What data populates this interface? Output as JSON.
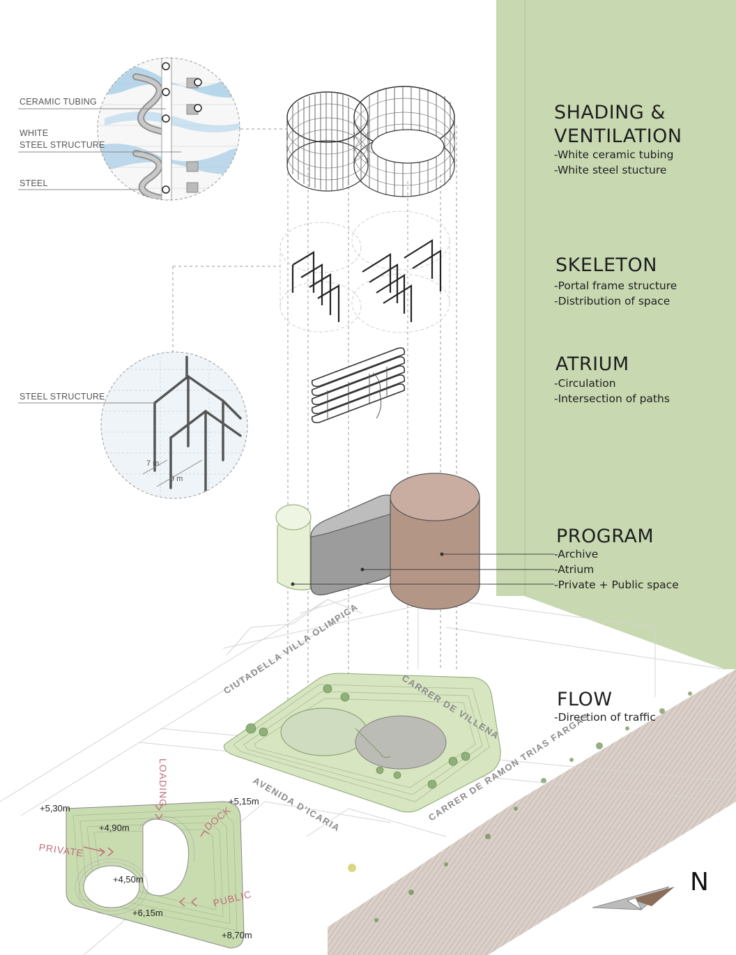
{
  "layers": [
    {
      "key": "shading",
      "title_lines": [
        "SHADING &",
        "VENTILATION"
      ],
      "items": [
        "-White ceramic tubing",
        "-White steel stucture"
      ]
    },
    {
      "key": "skeleton",
      "title_lines": [
        "SKELETON"
      ],
      "items": [
        "-Portal frame structure",
        "-Distribution of space"
      ]
    },
    {
      "key": "atrium",
      "title_lines": [
        "ATRIUM"
      ],
      "items": [
        "-Circulation",
        "-Intersection of paths"
      ]
    },
    {
      "key": "program",
      "title_lines": [
        "PROGRAM"
      ],
      "items": [
        "-Archive",
        "-Atrium",
        "-Private + Public space"
      ]
    },
    {
      "key": "flow",
      "title_lines": [
        "FLOW"
      ],
      "items": [
        "-Direction of traffic"
      ]
    }
  ],
  "detail_callouts": {
    "ceramic_tubing": "CERAMIC TUBING",
    "white_steel_line1": "WHITE",
    "white_steel_line2": "STEEL STRUCTURE",
    "steel": "STEEL",
    "steel_structure": "STEEL STRUCTURE",
    "dim_7m": "7 m",
    "dim_9m": "9 m"
  },
  "streets": {
    "ciutadella": "CIUTADELLA VILLA OLIMPICA",
    "villena": "CARRER DE VILLENA",
    "icaria": "AVENIDA D'ICARIA",
    "trias": "CARRER DE RAMON TRIAS FARGAS"
  },
  "site_plan": {
    "elevations": [
      "+5,30m",
      "+5,15m",
      "+4,90m",
      "+4,50m",
      "+6,15m",
      "+8,70m"
    ],
    "flow_labels": {
      "loading": "LOADING",
      "dock": "DOCK",
      "private": "PRIVATE",
      "public": "PUBLIC"
    }
  },
  "north": "N",
  "colors": {
    "green_band": "#c8d8b0",
    "archive_green": "#e6f0d4",
    "atrium_grey": "#9c9c9c",
    "public_brown": "#b49686",
    "flow_red": "#c0707a"
  }
}
